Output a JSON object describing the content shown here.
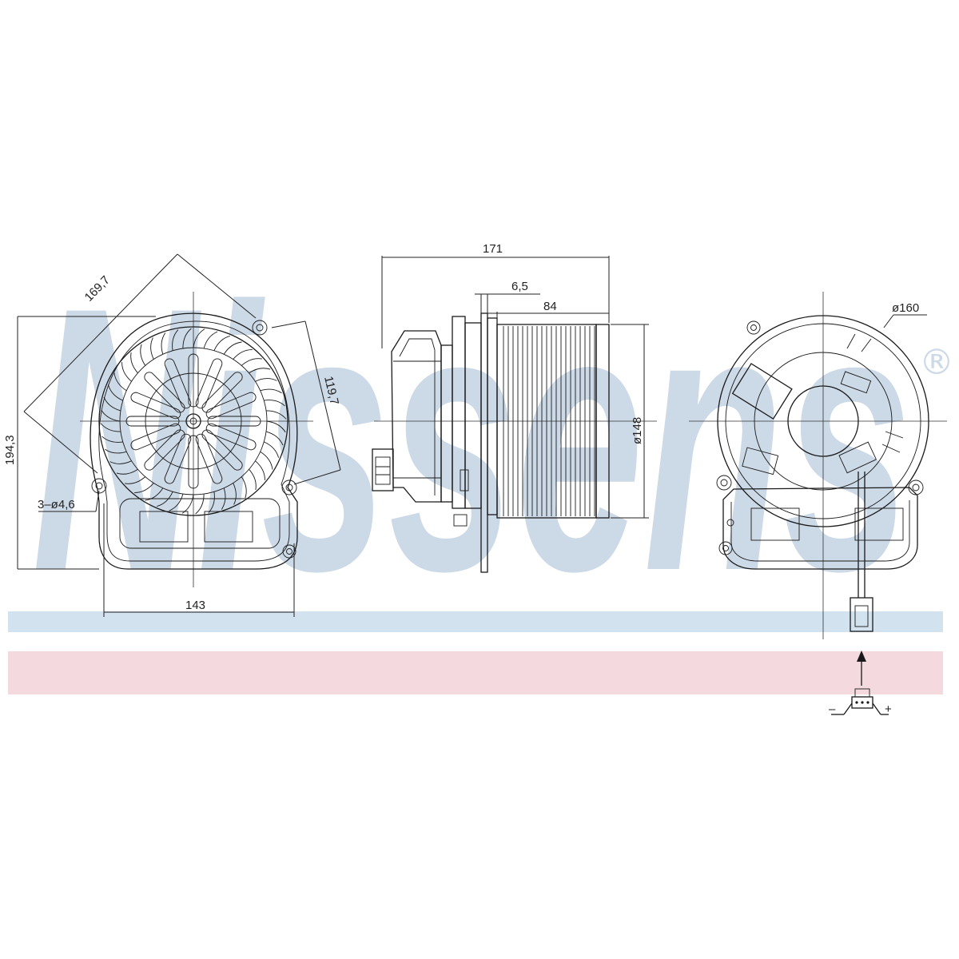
{
  "brand": {
    "logo_text": "Nissens",
    "registered_mark": "®",
    "watermark_color": "#bccde0",
    "band_blue": "#d3e2ef",
    "band_pink": "#f4d9de"
  },
  "dimensions": {
    "front_diagonal": "169,7",
    "front_side": "119,7",
    "front_height": "194,3",
    "mount_holes": "3–ø4,6",
    "front_width": "143",
    "side_length": "171",
    "side_flange": "6,5",
    "side_wheel": "84",
    "side_diameter": "ø148",
    "rear_diameter": "ø160"
  },
  "connector": {
    "minus_label": "–",
    "plus_label": "+"
  },
  "colors": {
    "line": "#1a1a1a"
  }
}
